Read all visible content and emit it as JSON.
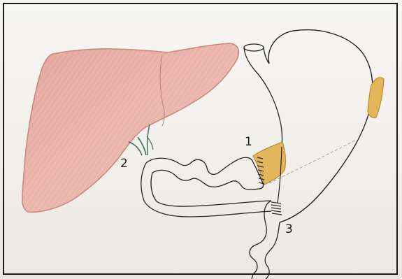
{
  "labels": {
    "one": "1",
    "two": "2",
    "three": "3"
  },
  "colors": {
    "liver_fill": "#e9aba2",
    "liver_edge": "#c8877e",
    "fat_fill": "#e3b65c",
    "fat_edge": "#b8862c",
    "bile_duct": "#3d6b5a",
    "line": "#222222",
    "staple": "#2b2b2b"
  }
}
